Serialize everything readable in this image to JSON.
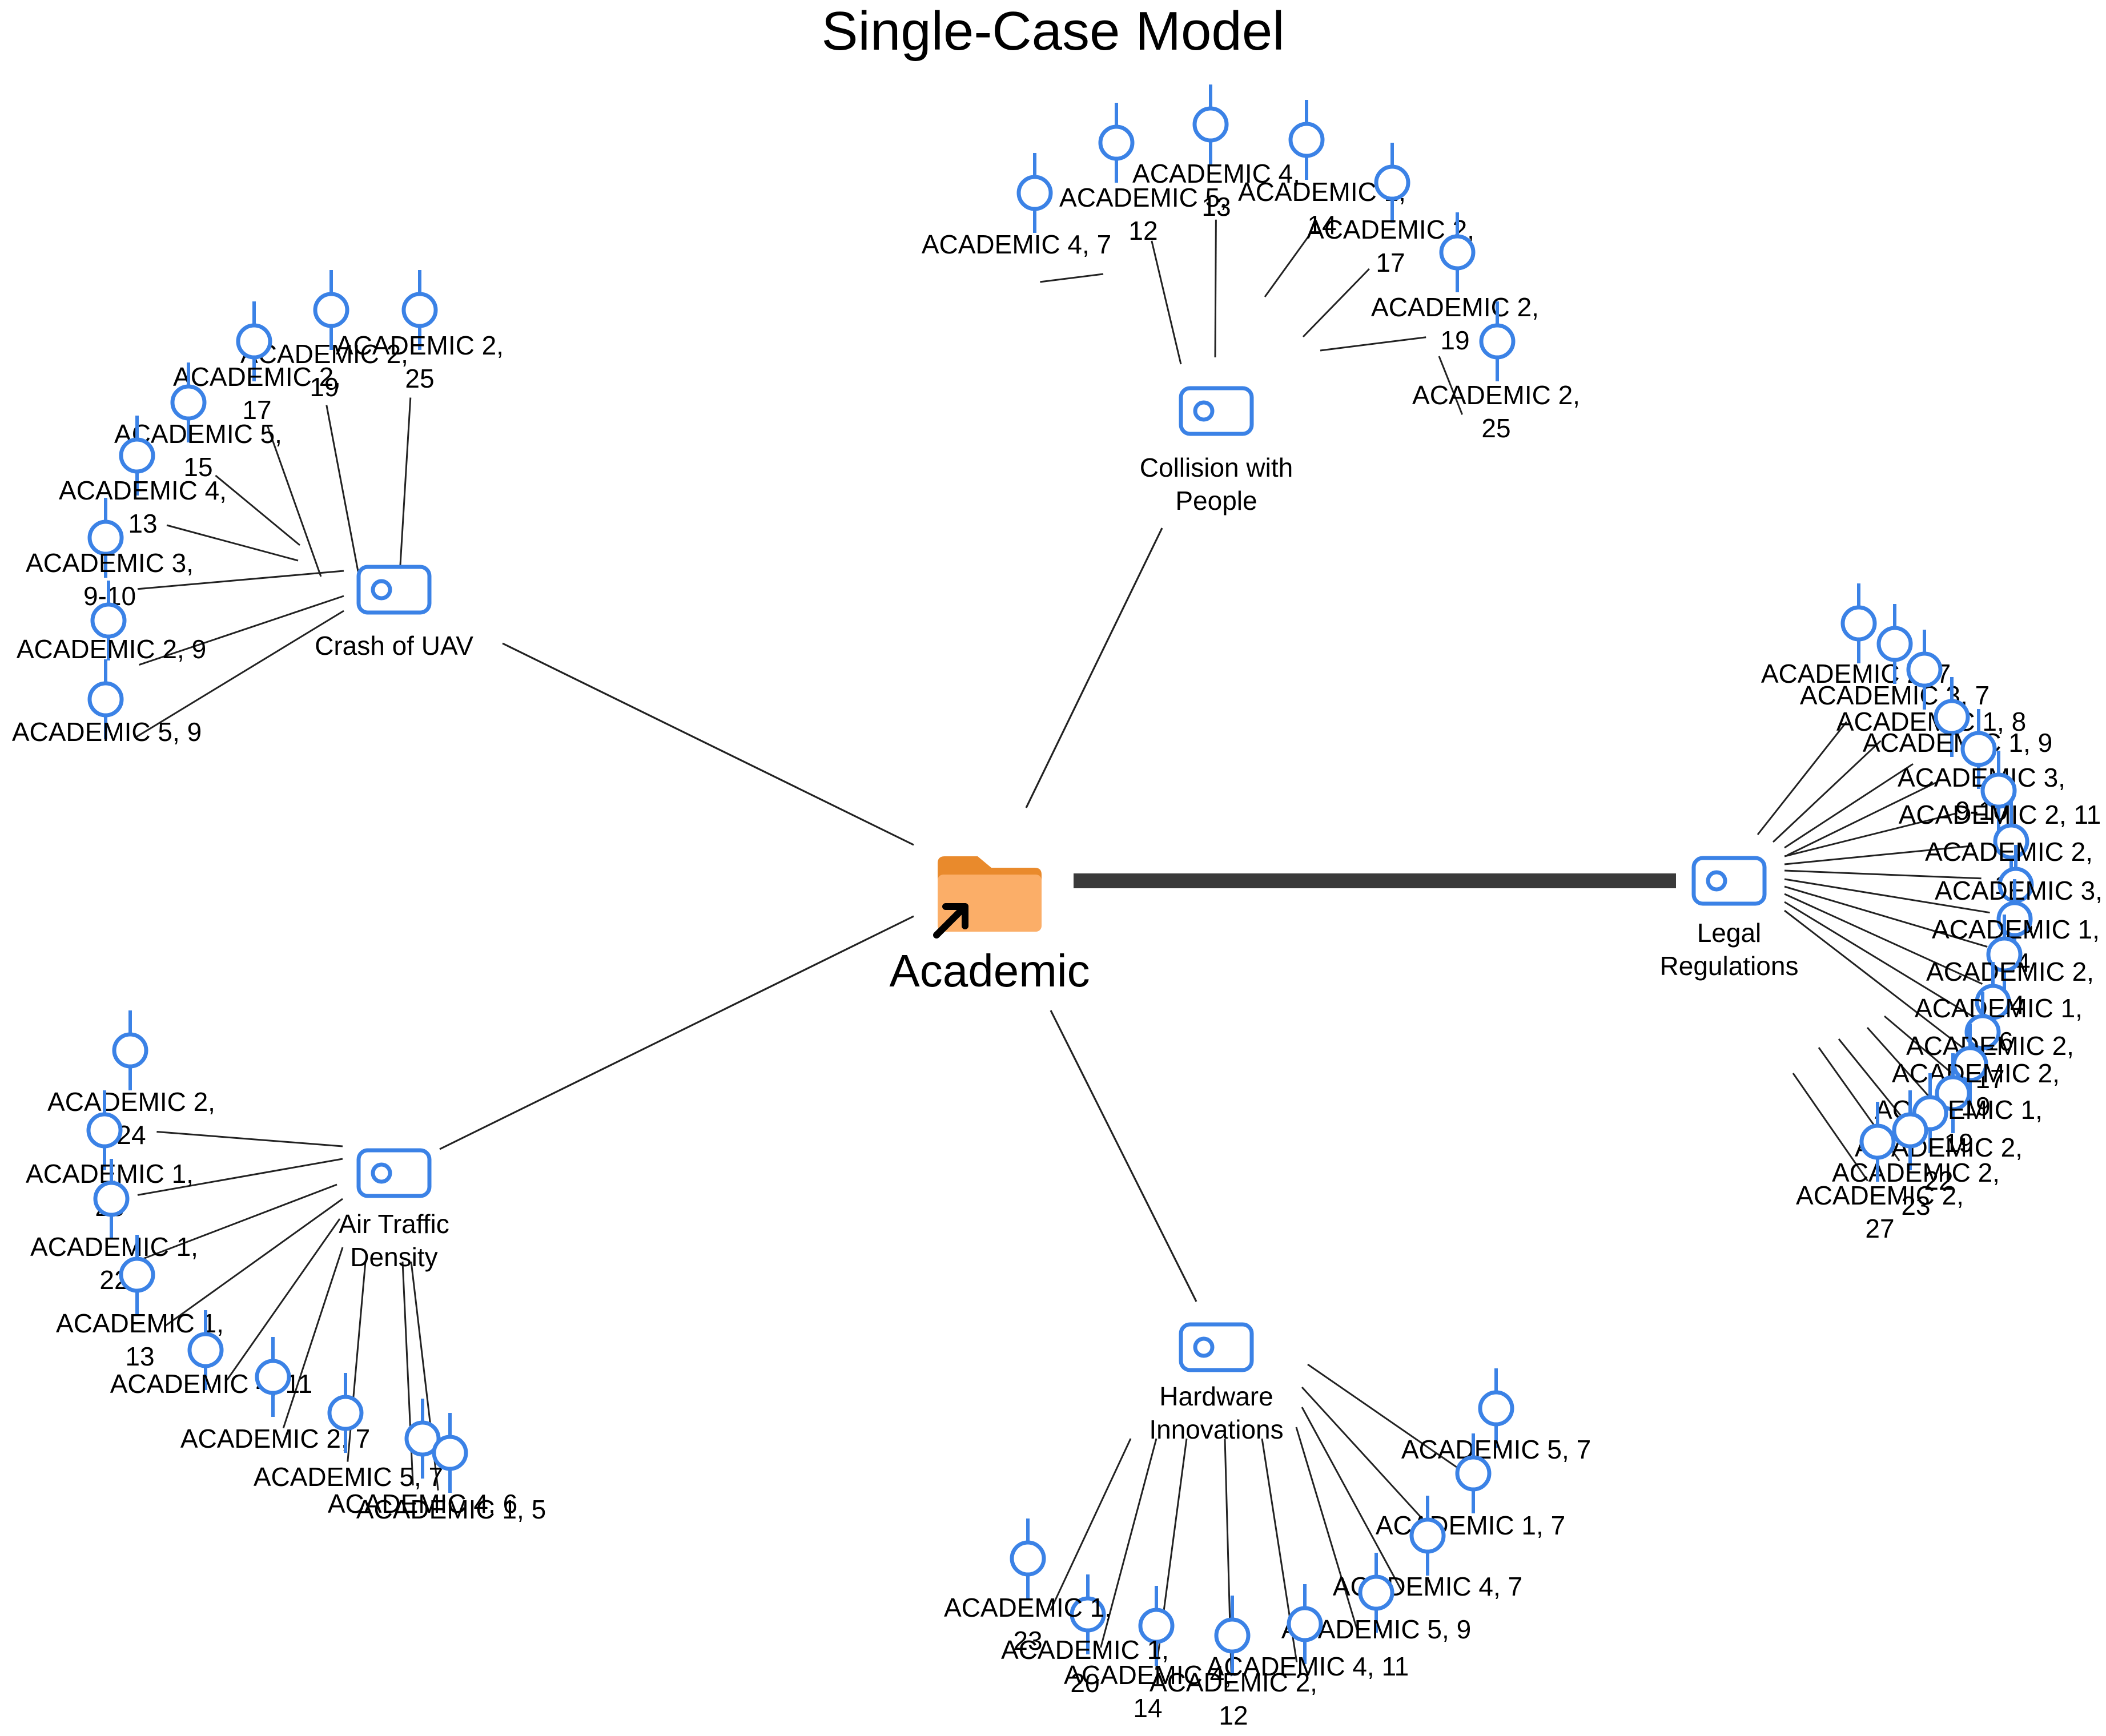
{
  "title": "Single-Case Model",
  "center": {
    "label": "Academic"
  },
  "colors": {
    "node": "#3b82e6",
    "edge": "#222222",
    "strong_edge": "#3a3a3a",
    "folder_back": "#e98a2c",
    "folder_front": "#fbae68"
  },
  "topics": [
    {
      "name": "Collision with People",
      "label_lines": [
        "Collision with",
        "People"
      ],
      "codes": [
        [
          "ACADEMIC 4, 7"
        ],
        [
          "ACADEMIC 5,",
          "12"
        ],
        [
          "ACADEMIC 4,",
          "13"
        ],
        [
          "ACADEMIC 1,",
          "14"
        ],
        [
          "ACADEMIC 2,",
          "17"
        ],
        [
          "ACADEMIC 2,",
          "19"
        ],
        [
          "ACADEMIC 2,",
          "25"
        ]
      ]
    },
    {
      "name": "Crash of UAV",
      "label_lines": [
        "Crash of UAV"
      ],
      "codes": [
        [
          "ACADEMIC 2,",
          "25"
        ],
        [
          "ACADEMIC 2,",
          "19"
        ],
        [
          "ACADEMIC 2,",
          "17"
        ],
        [
          "ACADEMIC 5,",
          "15"
        ],
        [
          "ACADEMIC 4,",
          "13"
        ],
        [
          "ACADEMIC 3,",
          "9-10"
        ],
        [
          "ACADEMIC 2, 9"
        ],
        [
          "ACADEMIC 5, 9"
        ]
      ]
    },
    {
      "name": "Legal Regulations",
      "label_lines": [
        "Legal",
        "Regulations"
      ],
      "codes": [
        [
          "ACADEMIC 2, 7"
        ],
        [
          "ACADEMIC 3, 7"
        ],
        [
          "ACADEMIC 1, 8"
        ],
        [
          "ACADEMIC 1, 9"
        ],
        [
          "ACADEMIC 3,",
          "9-10"
        ],
        [
          "ACADEMIC 2, 11"
        ],
        [
          "ACADEMIC 2,",
          "12"
        ],
        [
          "ACADEMIC 3,",
          "13"
        ],
        [
          "ACADEMIC 1,",
          "14"
        ],
        [
          "ACADEMIC 2,",
          "14"
        ],
        [
          "ACADEMIC 1,",
          "16"
        ],
        [
          "ACADEMIC 2,",
          "17"
        ],
        [
          "ACADEMIC 2,",
          "19"
        ],
        [
          "ACADEMIC 1,",
          "19"
        ],
        [
          "ACADEMIC 2,",
          "22"
        ],
        [
          "ACADEMIC 2,",
          "23"
        ],
        [
          "ACADEMIC 2,",
          "27"
        ]
      ]
    },
    {
      "name": "Air Traffic Density",
      "label_lines": [
        "Air Traffic",
        "Density"
      ],
      "codes": [
        [
          "ACADEMIC 2,",
          "24"
        ],
        [
          "ACADEMIC 1,",
          "23"
        ],
        [
          "ACADEMIC 1,",
          "22"
        ],
        [
          "ACADEMIC 1,",
          "13"
        ],
        [
          "ACADEMIC 4, 11"
        ],
        [
          "ACADEMIC 2, 7"
        ],
        [
          "ACADEMIC 5, 7"
        ],
        [
          "ACADEMIC 4, 6"
        ],
        [
          "ACADEMIC 1, 5"
        ]
      ]
    },
    {
      "name": "Hardware Innovations",
      "label_lines": [
        "Hardware",
        "Innovations"
      ],
      "codes": [
        [
          "ACADEMIC 5, 7"
        ],
        [
          "ACADEMIC 1, 7"
        ],
        [
          "ACADEMIC 4, 7"
        ],
        [
          "ACADEMIC 5, 9"
        ],
        [
          "ACADEMIC 4, 11"
        ],
        [
          "ACADEMIC 2,",
          "12"
        ],
        [
          "ACADEMIC 4,",
          "14"
        ],
        [
          "ACADEMIC 1,",
          "20"
        ],
        [
          "ACADEMIC 1,",
          "23"
        ]
      ]
    }
  ]
}
